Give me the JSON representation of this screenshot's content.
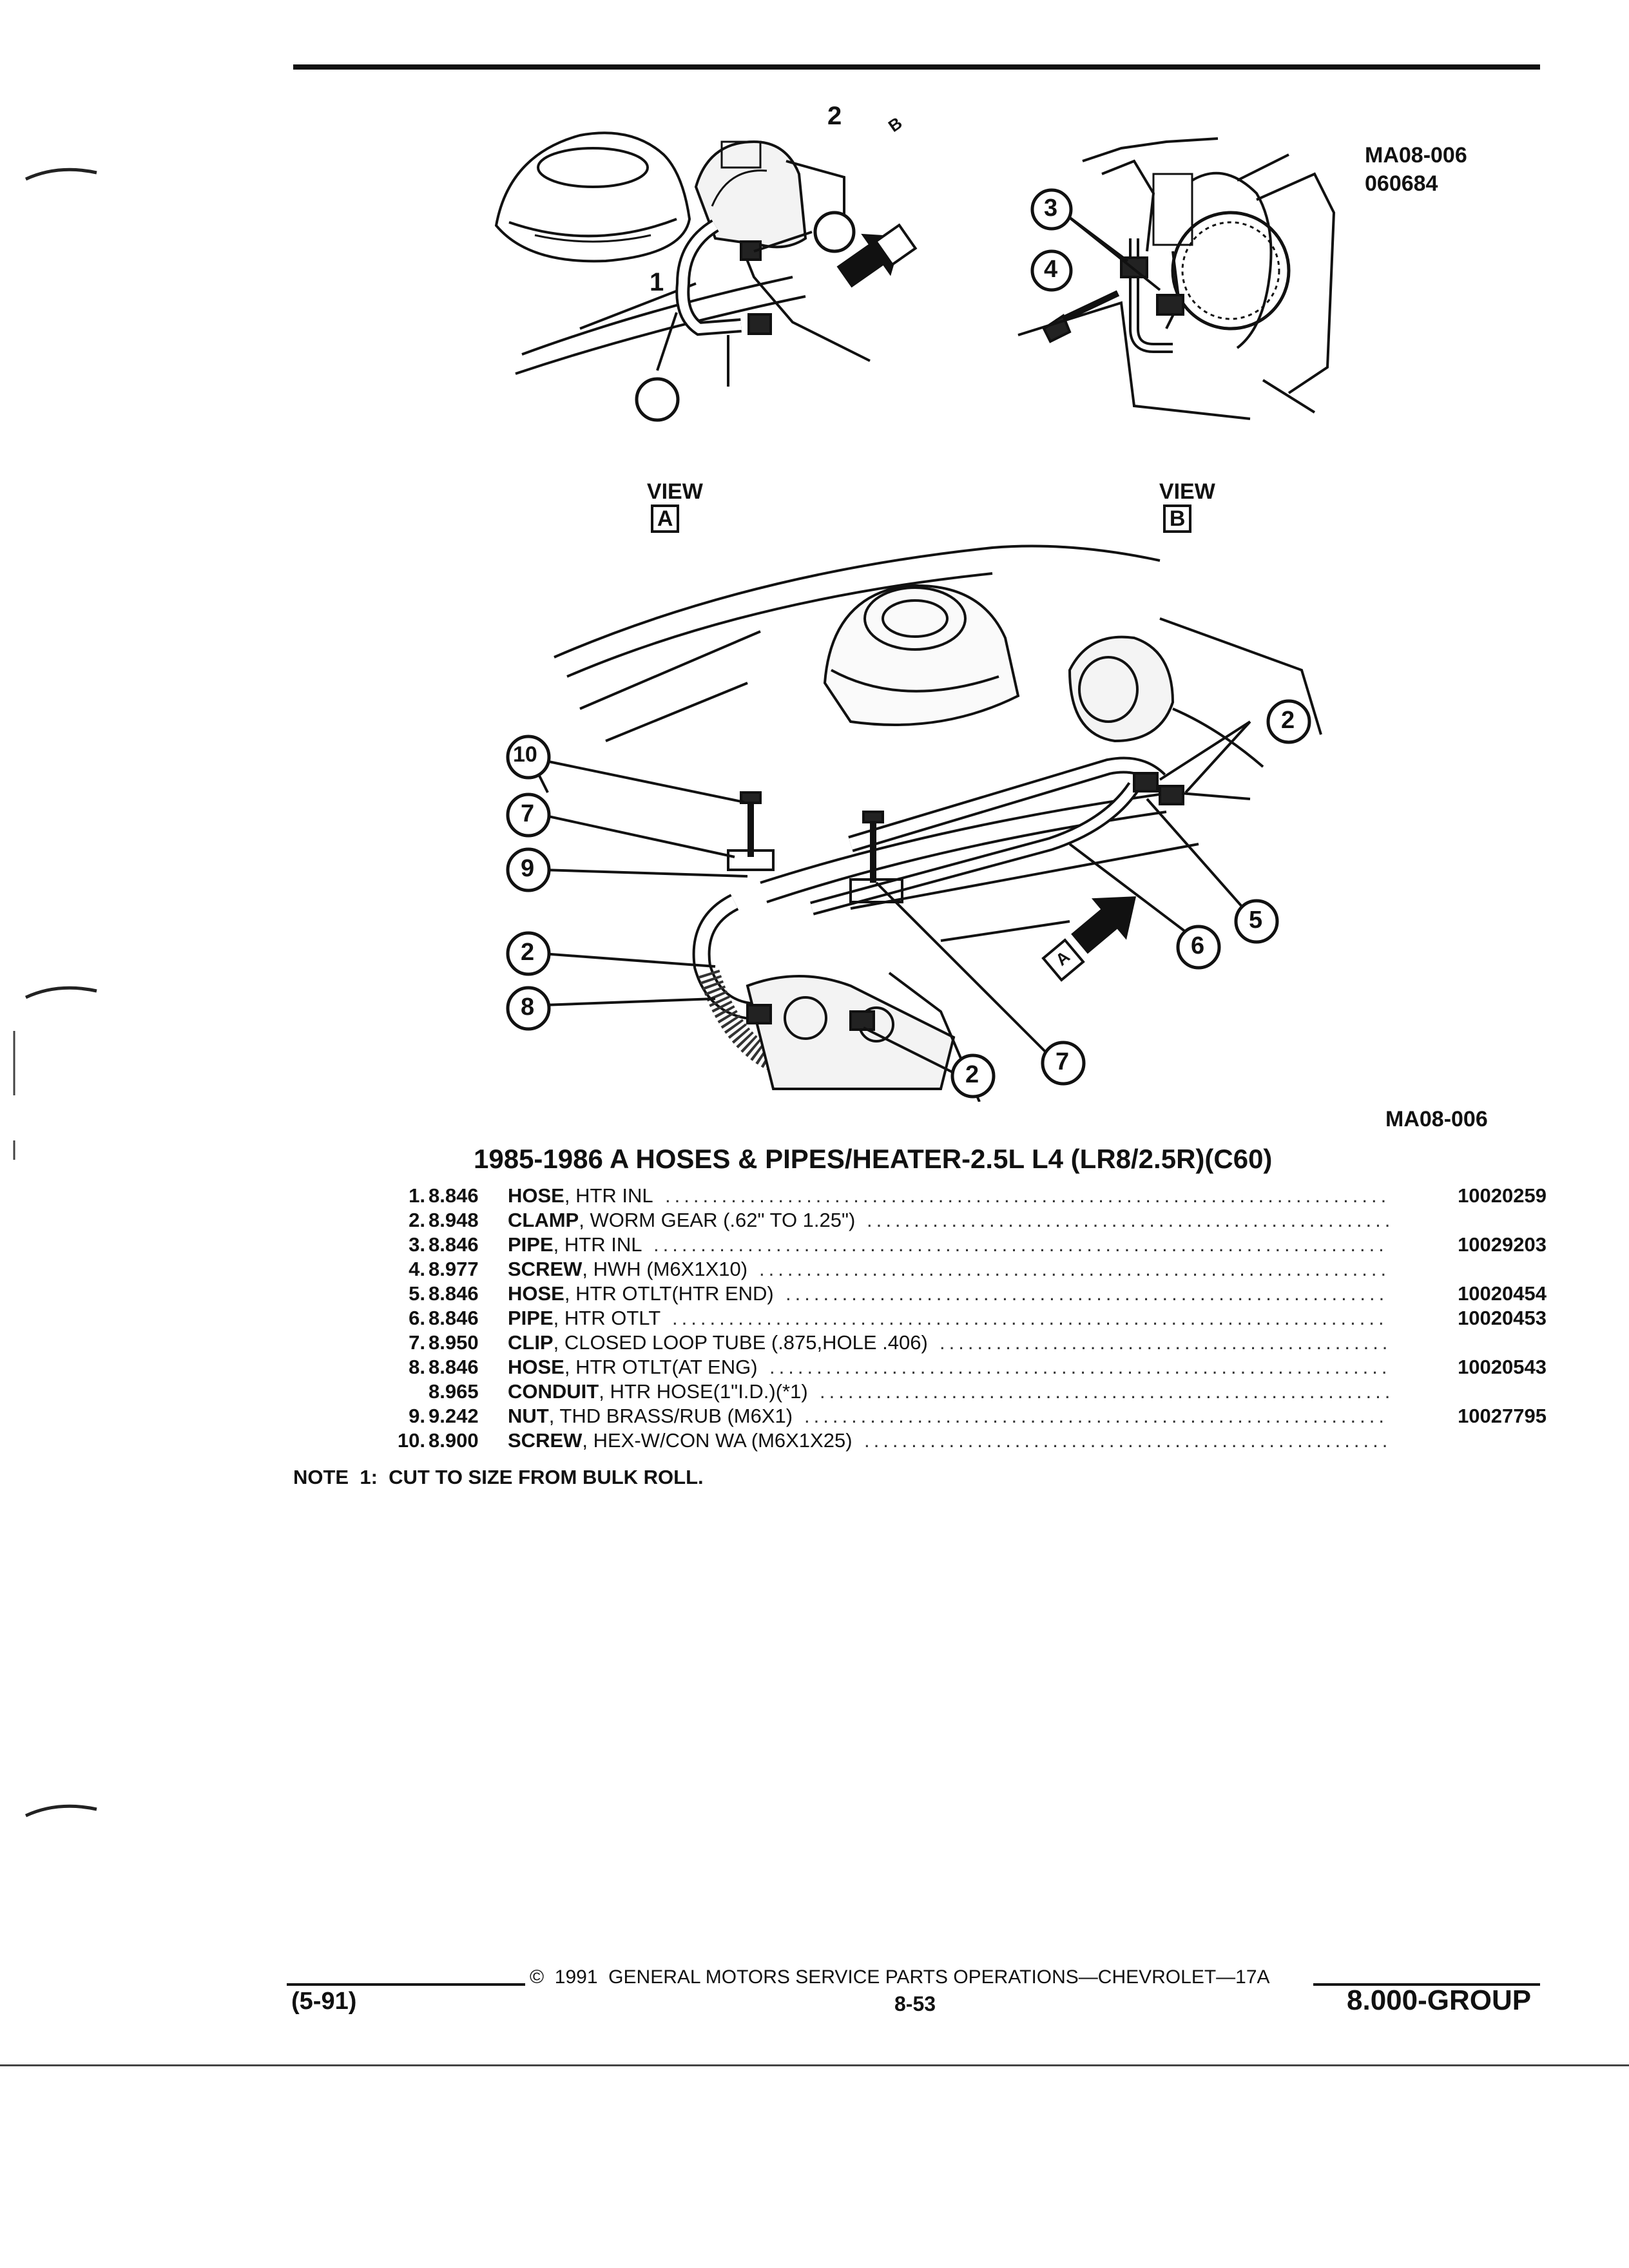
{
  "header": {
    "fig_id_top": "MA08-006",
    "fig_date_top": "060684"
  },
  "views": {
    "view_a_label": "VIEW",
    "view_a_letter": "A",
    "view_b_label": "VIEW",
    "view_b_letter": "B",
    "arrow_b_letter": "B",
    "arrow_a_letter": "A"
  },
  "callouts": {
    "view_a": [
      "1",
      "2"
    ],
    "view_b": [
      "3",
      "4"
    ],
    "main": [
      "10",
      "7",
      "9",
      "2",
      "8",
      "2",
      "7",
      "6",
      "5",
      "2"
    ]
  },
  "figure_id_bottom": "MA08-006",
  "section_title": "1985-1986 A HOSES & PIPES/HEATER-2.5L L4 (LR8/2.5R)(C60)",
  "parts": [
    {
      "index": "1.",
      "group": "8.846",
      "name": "HOSE",
      "detail": ", HTR INL",
      "part_no": "10020259"
    },
    {
      "index": "2.",
      "group": "8.948",
      "name": "CLAMP",
      "detail": ", WORM GEAR (.62\" TO 1.25\")",
      "part_no": ""
    },
    {
      "index": "3.",
      "group": "8.846",
      "name": "PIPE",
      "detail": ", HTR INL",
      "part_no": "10029203"
    },
    {
      "index": "4.",
      "group": "8.977",
      "name": "SCREW",
      "detail": ", HWH (M6X1X10)",
      "part_no": ""
    },
    {
      "index": "5.",
      "group": "8.846",
      "name": "HOSE",
      "detail": ", HTR OTLT(HTR END)",
      "part_no": "10020454"
    },
    {
      "index": "6.",
      "group": "8.846",
      "name": "PIPE",
      "detail": ", HTR OTLT",
      "part_no": "10020453"
    },
    {
      "index": "7.",
      "group": "8.950",
      "name": "CLIP",
      "detail": ", CLOSED LOOP TUBE (.875,HOLE .406)",
      "part_no": ""
    },
    {
      "index": "8.",
      "group": "8.846",
      "name": "HOSE",
      "detail": ", HTR OTLT(AT ENG)",
      "part_no": "10020543"
    },
    {
      "index": "",
      "group": "8.965",
      "name": "CONDUIT",
      "detail": ", HTR HOSE(1\"I.D.)(*1)",
      "part_no": ""
    },
    {
      "index": "9.",
      "group": "9.242",
      "name": "NUT",
      "detail": ", THD BRASS/RUB (M6X1)",
      "part_no": "10027795"
    },
    {
      "index": "10.",
      "group": "8.900",
      "name": "SCREW",
      "detail": ", HEX-W/CON WA (M6X1X25)",
      "part_no": ""
    }
  ],
  "note": "NOTE  1:  CUT TO SIZE FROM BULK ROLL.",
  "footer": {
    "copyright": "©  1991  GENERAL MOTORS SERVICE PARTS OPERATIONS—CHEVROLET—17A",
    "date_code": "(5-91)",
    "page_number": "8-53",
    "group": "8.000-GROUP"
  }
}
